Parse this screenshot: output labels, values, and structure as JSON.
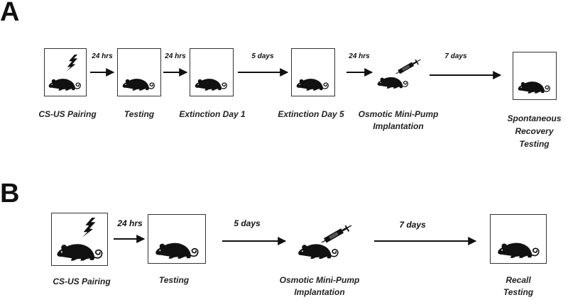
{
  "panels": {
    "a": {
      "letter": "A",
      "steps": {
        "pairing": "CS-US Pairing",
        "testing": "Testing",
        "ext1": "Extinction Day 1",
        "ext5": "Extinction Day 5",
        "pump_line1": "Osmotic Mini-Pump",
        "pump_line2": "Implantation",
        "sr_line1": "Spontaneous",
        "sr_line2": "Recovery",
        "sr_line3": "Testing"
      },
      "intervals": [
        "24 hrs",
        "24 hrs",
        "5 days",
        "24 hrs",
        "7 days"
      ]
    },
    "b": {
      "letter": "B",
      "steps": {
        "pairing": "CS-US Pairing",
        "testing": "Testing",
        "pump_line1": "Osmotic Mini-Pump",
        "pump_line2": "Implantation",
        "recall_line1": "Recall",
        "recall_line2": "Testing"
      },
      "intervals": [
        "24 hrs",
        "5 days",
        "7 days"
      ]
    }
  },
  "icons": [
    "lightning-bolt",
    "rat",
    "syringe"
  ]
}
